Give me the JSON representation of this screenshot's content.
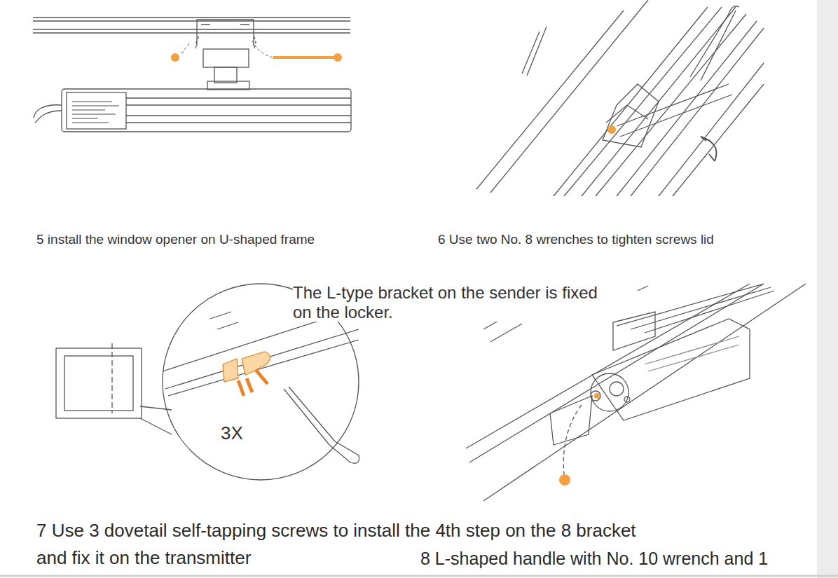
{
  "diagram": {
    "labels": [
      "5 install the window opener on U-shaped frame",
      "6 Use two No. 8 wrenches to tighten screws lid",
      "The L-type bracket on the sender is fixed on the locker.",
      "3X",
      "7 Use 3 dovetail self-tapping screws to install the 4th step on the 8 bracket and fix it on the transmitter",
      "8 L-shaped handle with No. 10 wrench and 1"
    ]
  }
}
